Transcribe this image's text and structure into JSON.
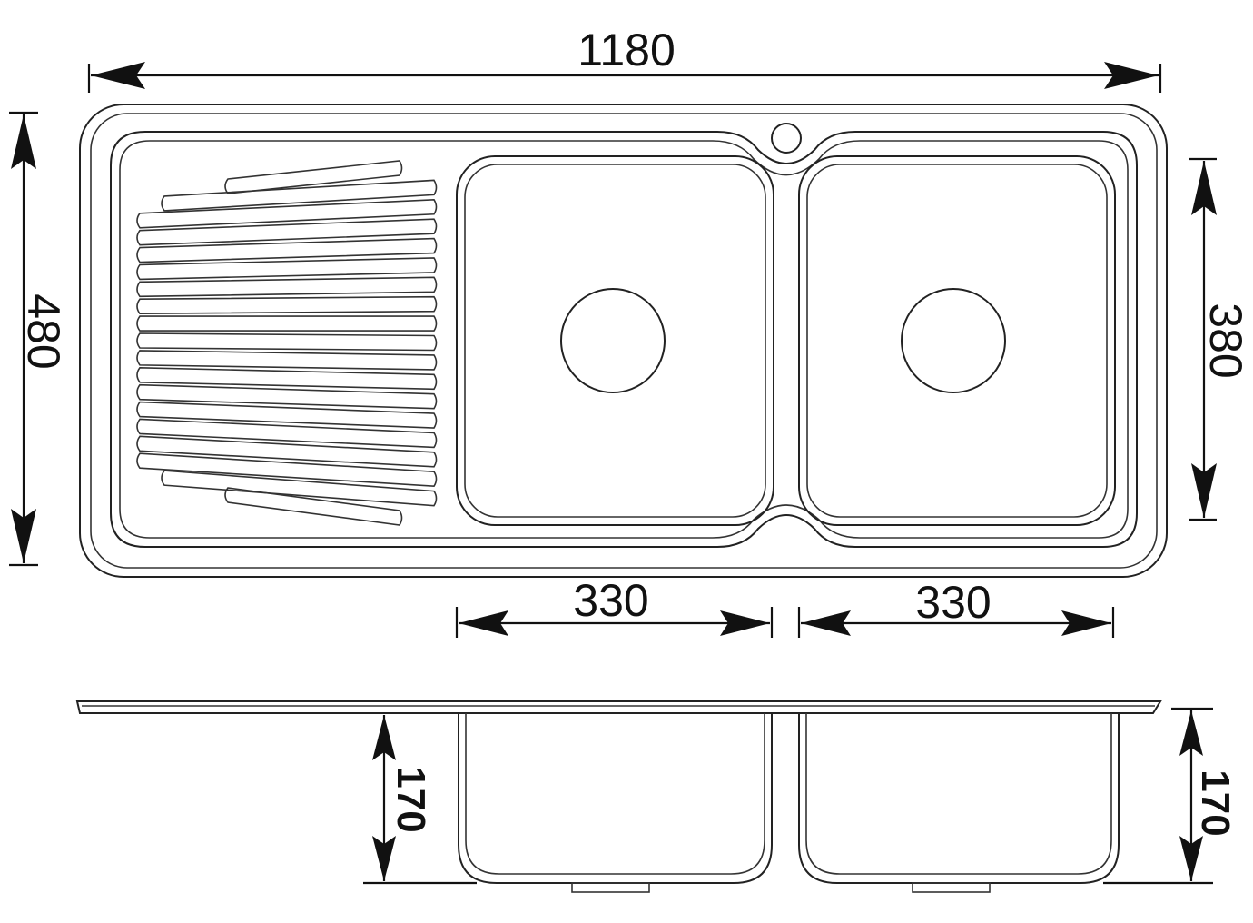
{
  "title": "Double bowl sink with drainboard - dimension drawing",
  "units": "mm",
  "dimensions": {
    "overall_length": "1180",
    "overall_width": "480",
    "bowl_length": "380",
    "left_bowl_width": "330",
    "right_bowl_width": "330",
    "left_bowl_depth": "170",
    "right_bowl_depth": "170"
  }
}
